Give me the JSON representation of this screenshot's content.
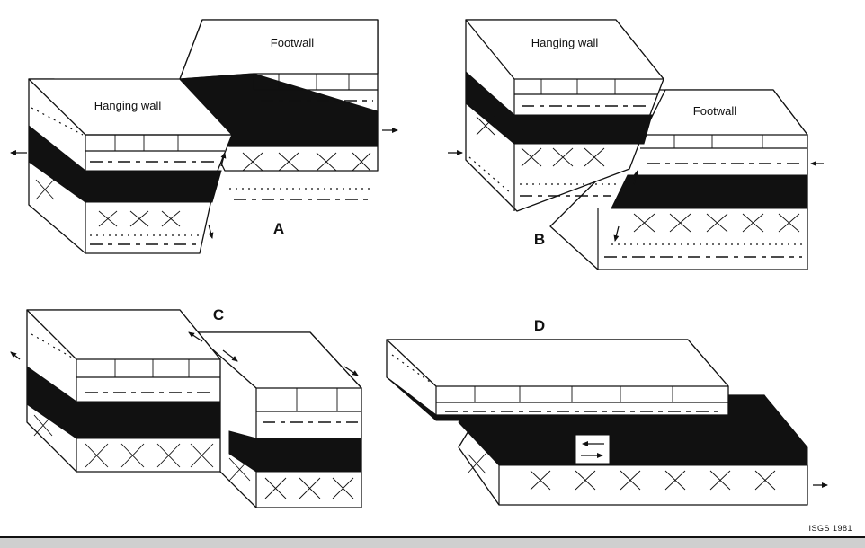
{
  "blocks": {
    "a": {
      "letter": "A",
      "hanging_wall": "Hanging wall",
      "footwall": "Footwall"
    },
    "b": {
      "letter": "B",
      "hanging_wall": "Hanging wall",
      "footwall": "Footwall"
    },
    "c": {
      "letter": "C"
    },
    "d": {
      "letter": "D"
    }
  },
  "credit": "ISGS 1981",
  "colors": {
    "coal": "#111111",
    "paper": "#ffffff",
    "ink": "#111111"
  }
}
